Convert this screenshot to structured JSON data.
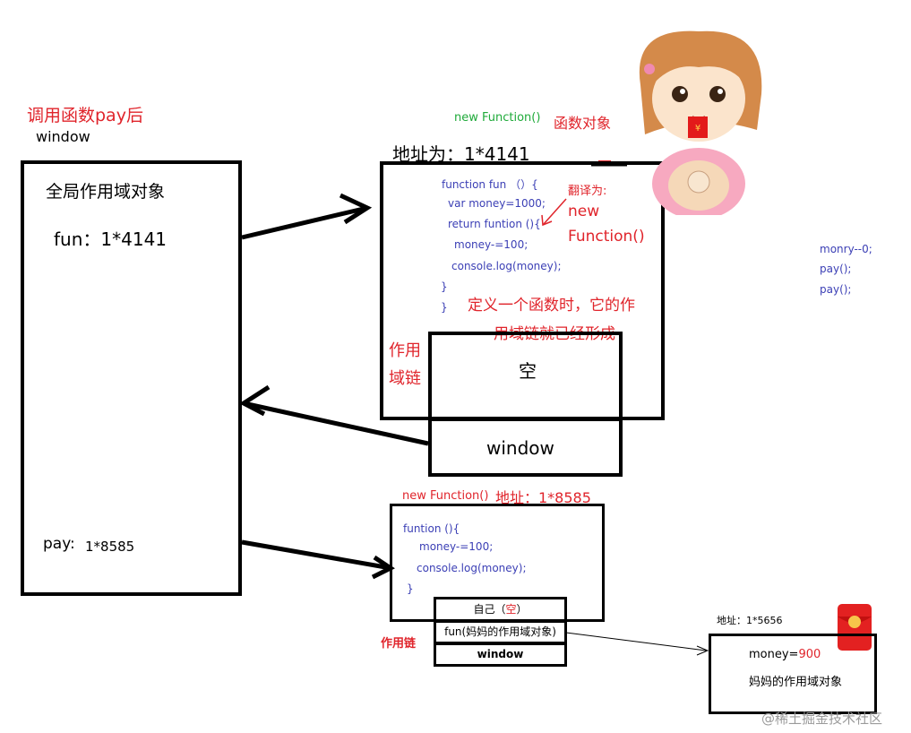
{
  "title": "调用函数pay后",
  "window_label": "window",
  "global": {
    "title": "全局作用域对象",
    "fun_entry": "fun：1*4141",
    "pay_label": "pay:",
    "pay_addr": "1*8585"
  },
  "fun_obj": {
    "new_function": "new Function()",
    "func_obj_label": "函数对象",
    "address": "地址为：1*4141",
    "code": [
      "function fun （）{",
      "var money=1000;",
      "return funtion (){",
      "money-=100;",
      "console.log(money);",
      "}",
      "}"
    ],
    "translate_label": "翻译为:",
    "translate_value": [
      "new",
      "Function()"
    ],
    "note": [
      "定义一个函数时，它的作",
      "用域链就已经形成"
    ],
    "scope_chain_label": [
      "作用",
      "域链"
    ],
    "chain_empty": "空",
    "chain_window": "window"
  },
  "side_code": [
    "monry--0;",
    "pay();",
    "pay();"
  ],
  "pay_obj": {
    "new_function": "new Function()",
    "address": "地址：1*8585",
    "code": [
      "funtion (){",
      "money-=100;",
      "console.log(money);",
      "}"
    ],
    "chain_label": "作用链",
    "chain": {
      "self_prefix": "自己（",
      "self_empty": "空",
      "self_suffix": "）",
      "fun_row": "fun(妈妈的作用域对象)",
      "window_row": "window"
    }
  },
  "mom_obj": {
    "address": "地址：1*5656",
    "money_label": "money=",
    "money_value": "900",
    "desc": "妈妈的作用域对象"
  },
  "envelope_symbol": "¥",
  "watermark": "@稀土掘金技术社区"
}
